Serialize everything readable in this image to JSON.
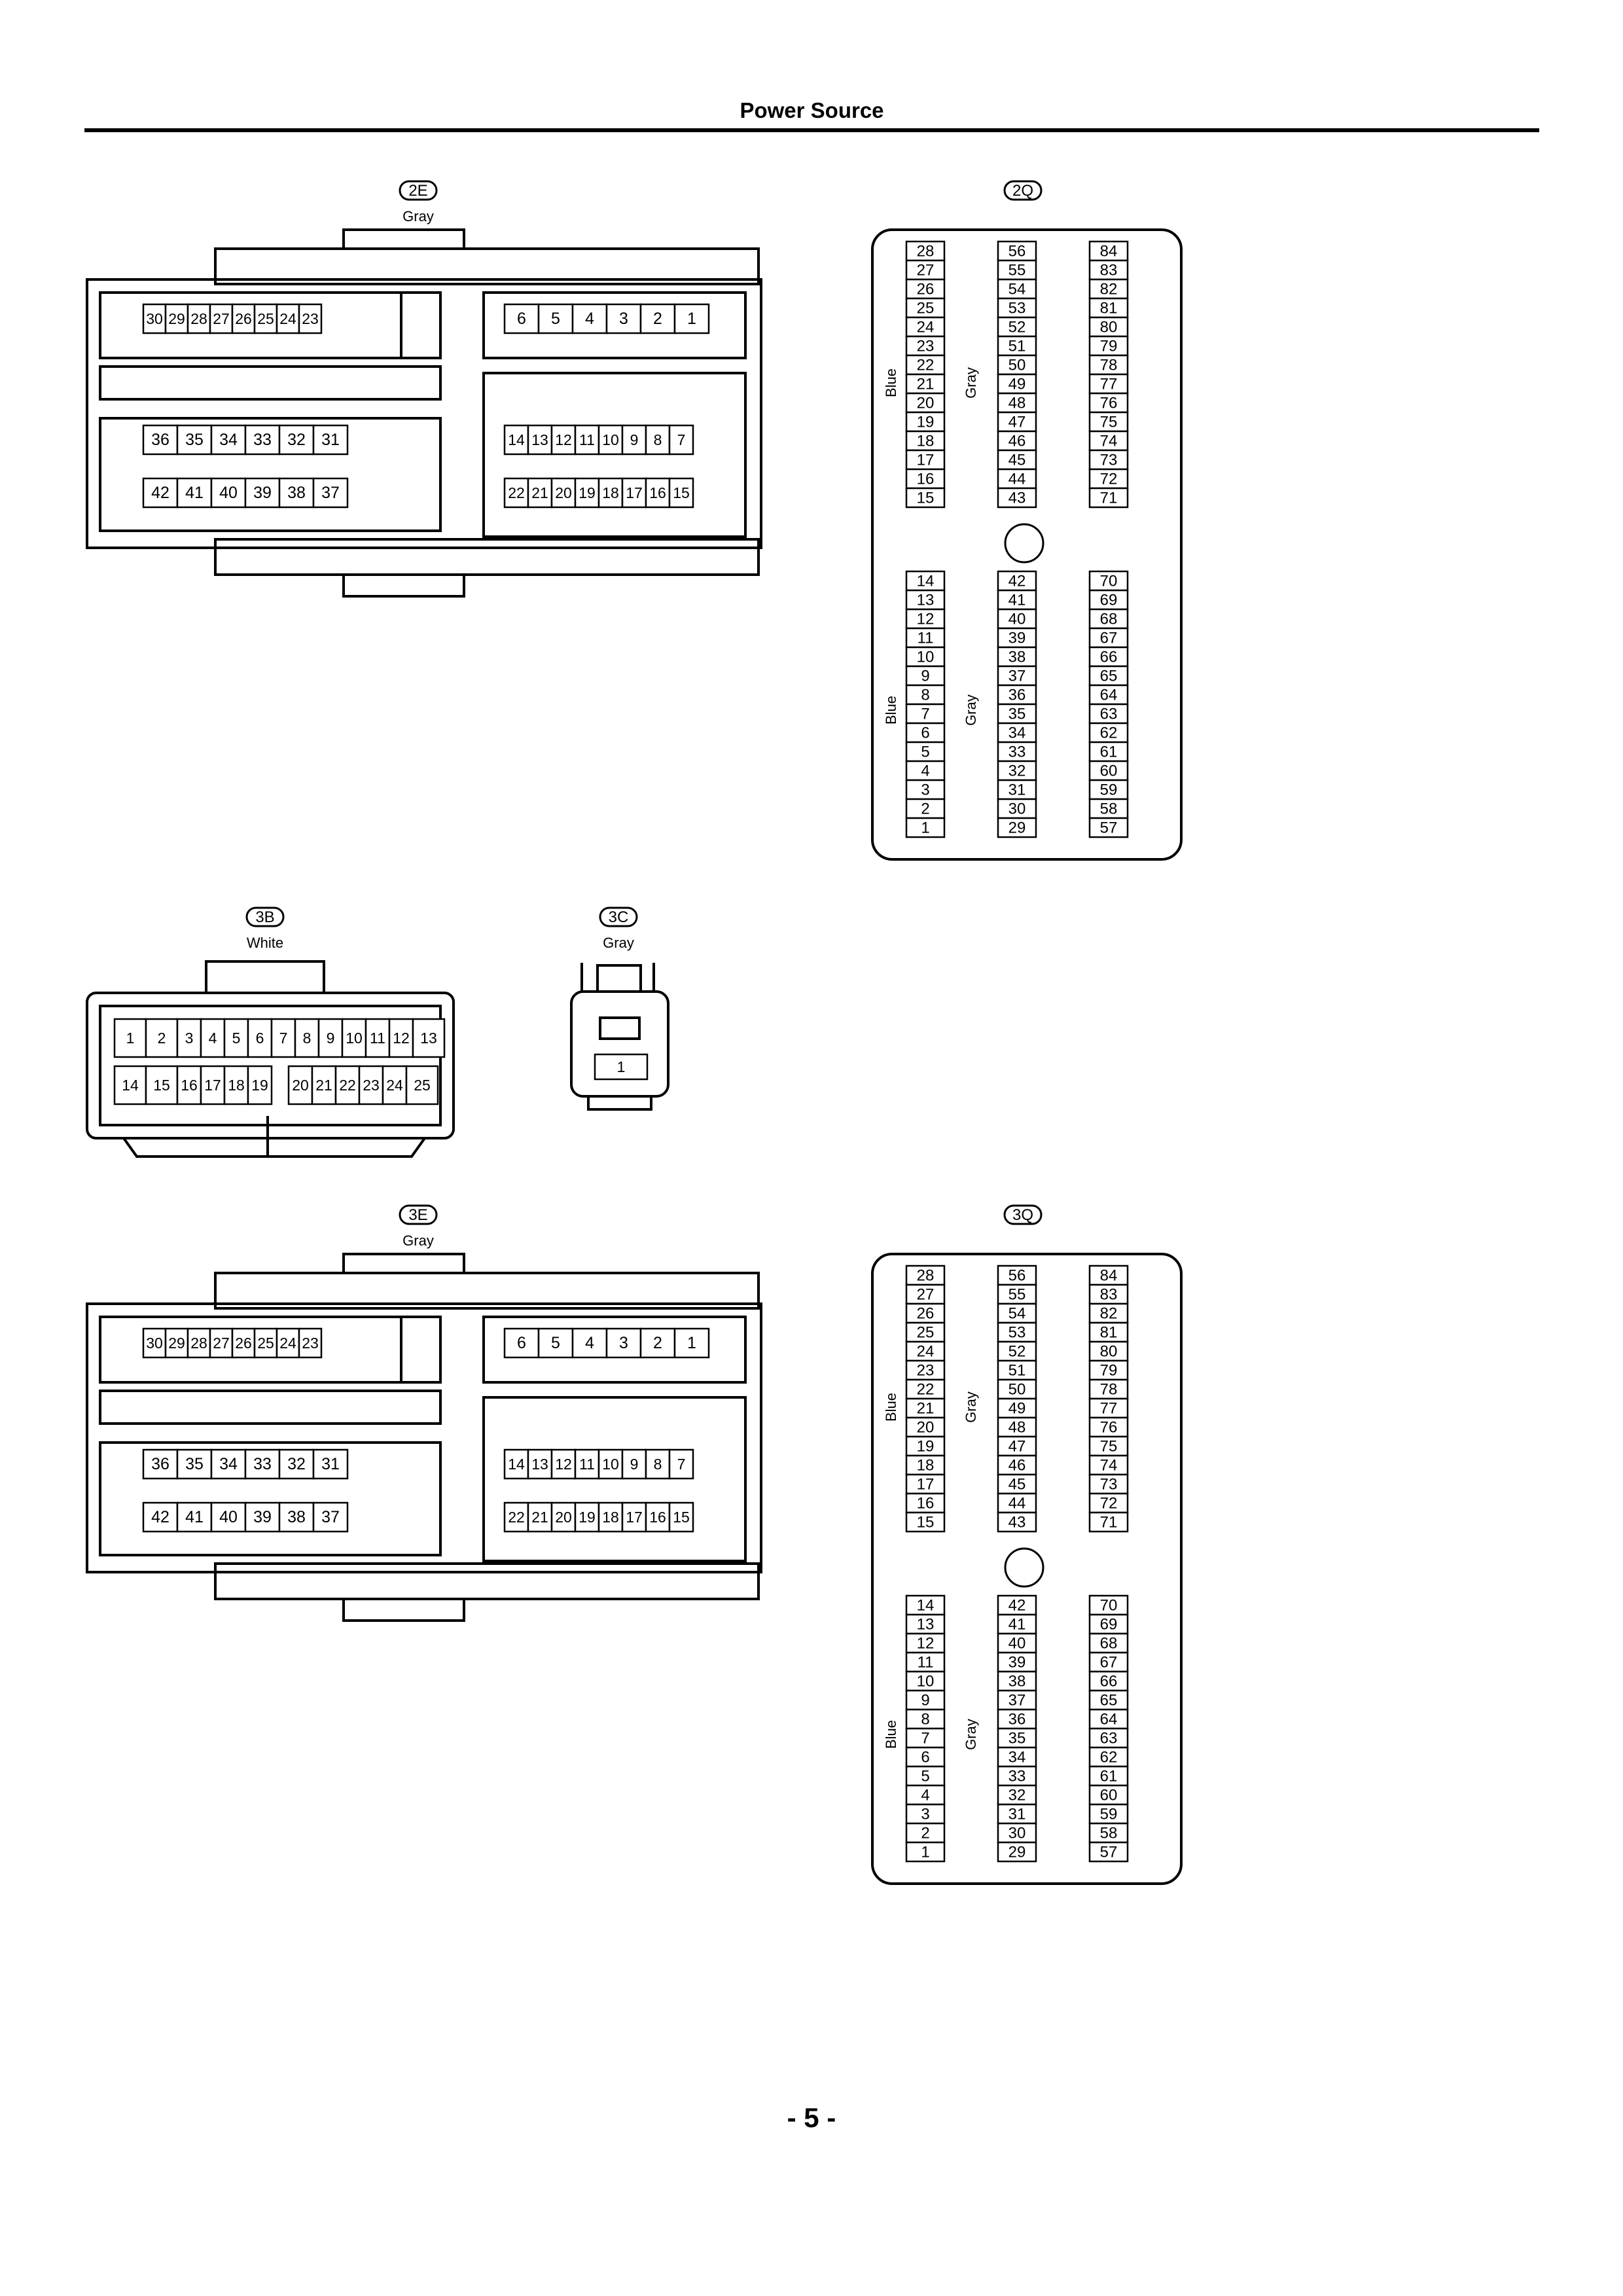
{
  "page": {
    "title": "Power Source",
    "number": "- 5 -"
  },
  "connectors": {
    "c2E": {
      "id": "2E",
      "color": "Gray",
      "rows": [
        [
          "30",
          "29",
          "28",
          "27",
          "26",
          "25",
          "24",
          "23"
        ],
        [
          "6",
          "5",
          "4",
          "3",
          "2",
          "1"
        ],
        [
          "36",
          "35",
          "34",
          "33",
          "32",
          "31"
        ],
        [
          "14",
          "13",
          "12",
          "11",
          "10",
          "9",
          "8",
          "7"
        ],
        [
          "42",
          "41",
          "40",
          "39",
          "38",
          "37"
        ],
        [
          "22",
          "21",
          "20",
          "19",
          "18",
          "17",
          "16",
          "15"
        ]
      ]
    },
    "c2Q": {
      "id": "2Q",
      "side_labels": [
        "Blue",
        "Gray",
        "Blue",
        "Gray"
      ],
      "columns": [
        [
          "28",
          "27",
          "26",
          "25",
          "24",
          "23",
          "22",
          "21",
          "20",
          "19",
          "18",
          "17",
          "16",
          "15"
        ],
        [
          "56",
          "55",
          "54",
          "53",
          "52",
          "51",
          "50",
          "49",
          "48",
          "47",
          "46",
          "45",
          "44",
          "43"
        ],
        [
          "84",
          "83",
          "82",
          "81",
          "80",
          "79",
          "78",
          "77",
          "76",
          "75",
          "74",
          "73",
          "72",
          "71"
        ],
        [
          "14",
          "13",
          "12",
          "11",
          "10",
          "9",
          "8",
          "7",
          "6",
          "5",
          "4",
          "3",
          "2",
          "1"
        ],
        [
          "42",
          "41",
          "40",
          "39",
          "38",
          "37",
          "36",
          "35",
          "34",
          "33",
          "32",
          "31",
          "30",
          "29"
        ],
        [
          "70",
          "69",
          "68",
          "67",
          "66",
          "65",
          "64",
          "63",
          "62",
          "61",
          "60",
          "59",
          "58",
          "57"
        ]
      ]
    },
    "c3B": {
      "id": "3B",
      "color": "White",
      "rows": [
        [
          "1",
          "2",
          "3",
          "4",
          "5",
          "6",
          "7",
          "8",
          "9",
          "10",
          "11",
          "12",
          "13"
        ],
        [
          "14",
          "15",
          "16",
          "17",
          "18",
          "19",
          "20",
          "21",
          "22",
          "23",
          "24",
          "25"
        ]
      ]
    },
    "c3C": {
      "id": "3C",
      "color": "Gray",
      "pins": [
        "1"
      ]
    },
    "c3E": {
      "id": "3E",
      "color": "Gray",
      "rows": [
        [
          "30",
          "29",
          "28",
          "27",
          "26",
          "25",
          "24",
          "23"
        ],
        [
          "6",
          "5",
          "4",
          "3",
          "2",
          "1"
        ],
        [
          "36",
          "35",
          "34",
          "33",
          "32",
          "31"
        ],
        [
          "14",
          "13",
          "12",
          "11",
          "10",
          "9",
          "8",
          "7"
        ],
        [
          "42",
          "41",
          "40",
          "39",
          "38",
          "37"
        ],
        [
          "22",
          "21",
          "20",
          "19",
          "18",
          "17",
          "16",
          "15"
        ]
      ]
    },
    "c3Q": {
      "id": "3Q",
      "side_labels": [
        "Blue",
        "Gray",
        "Blue",
        "Gray"
      ],
      "columns": [
        [
          "28",
          "27",
          "26",
          "25",
          "24",
          "23",
          "22",
          "21",
          "20",
          "19",
          "18",
          "17",
          "16",
          "15"
        ],
        [
          "56",
          "55",
          "54",
          "53",
          "52",
          "51",
          "50",
          "49",
          "48",
          "47",
          "46",
          "45",
          "44",
          "43"
        ],
        [
          "84",
          "83",
          "82",
          "81",
          "80",
          "79",
          "78",
          "77",
          "76",
          "75",
          "74",
          "73",
          "72",
          "71"
        ],
        [
          "14",
          "13",
          "12",
          "11",
          "10",
          "9",
          "8",
          "7",
          "6",
          "5",
          "4",
          "3",
          "2",
          "1"
        ],
        [
          "42",
          "41",
          "40",
          "39",
          "38",
          "37",
          "36",
          "35",
          "34",
          "33",
          "32",
          "31",
          "30",
          "29"
        ],
        [
          "70",
          "69",
          "68",
          "67",
          "66",
          "65",
          "64",
          "63",
          "62",
          "61",
          "60",
          "59",
          "58",
          "57"
        ]
      ]
    }
  }
}
